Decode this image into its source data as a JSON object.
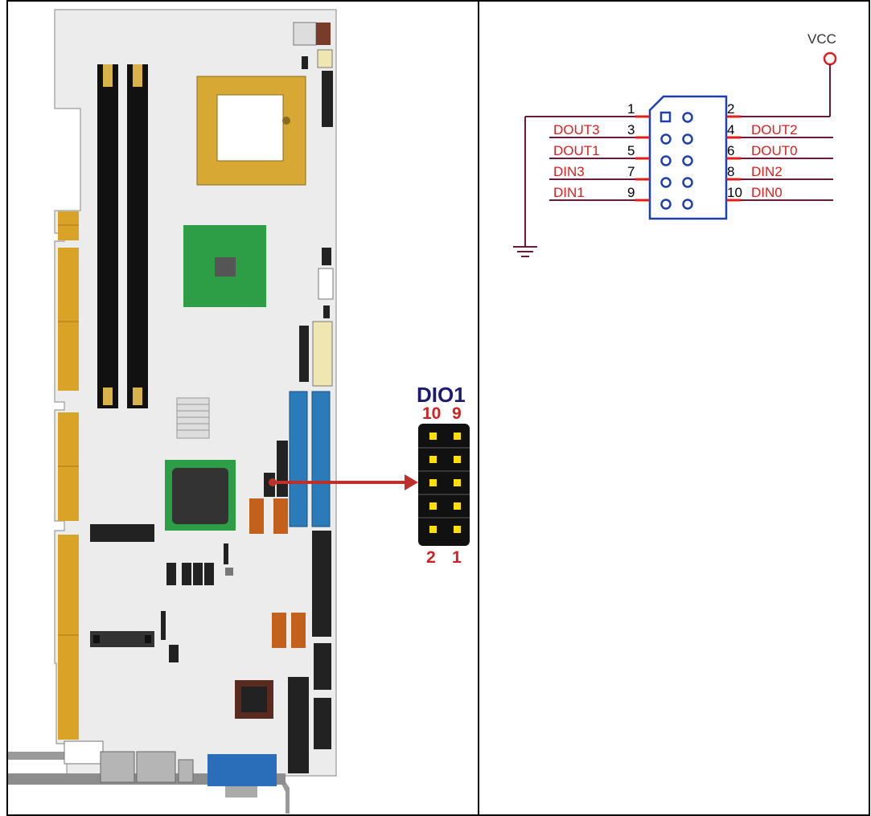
{
  "header": {
    "title": "DIO1",
    "top_left_num": "10",
    "top_right_num": "9",
    "bottom_left_num": "2",
    "bottom_right_num": "1"
  },
  "schematic": {
    "vcc_label": "VCC",
    "pins": {
      "p1": "1",
      "p2": "2",
      "p3": "3",
      "p4": "4",
      "p5": "5",
      "p6": "6",
      "p7": "7",
      "p8": "8",
      "p9": "9",
      "p10": "10"
    },
    "signals": {
      "s3": "DOUT3",
      "s4": "DOUT2",
      "s5": "DOUT1",
      "s6": "DOUT0",
      "s7": "DIN3",
      "s8": "DIN2",
      "s9": "DIN1",
      "s10": "DIN0"
    }
  },
  "colors": {
    "schematic_red": "#e01e1e",
    "wire_purple": "#6a1b3a",
    "connector_blue": "#1e3fae",
    "dio_navy": "#1c1a73",
    "pcb": "#eceded",
    "arrow": "#c0302a"
  }
}
